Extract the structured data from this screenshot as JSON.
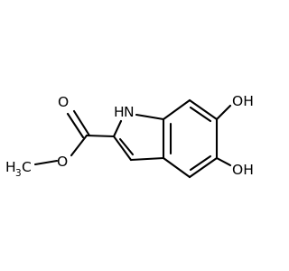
{
  "molecule": {
    "atoms": {
      "carbonyl_oxygen": "O",
      "ester_oxygen": "O",
      "methyl_carbon": "C",
      "methyl_hydrogen": "H",
      "methyl_subscript": "3",
      "ring_nitrogen": "N",
      "ring_nitrogen_hydrogen": "H",
      "hydroxyl_top": "OH",
      "hydroxyl_bottom": "OH"
    },
    "colors": {
      "bond": "#000000",
      "label": "#000000",
      "background": "#ffffff"
    }
  }
}
